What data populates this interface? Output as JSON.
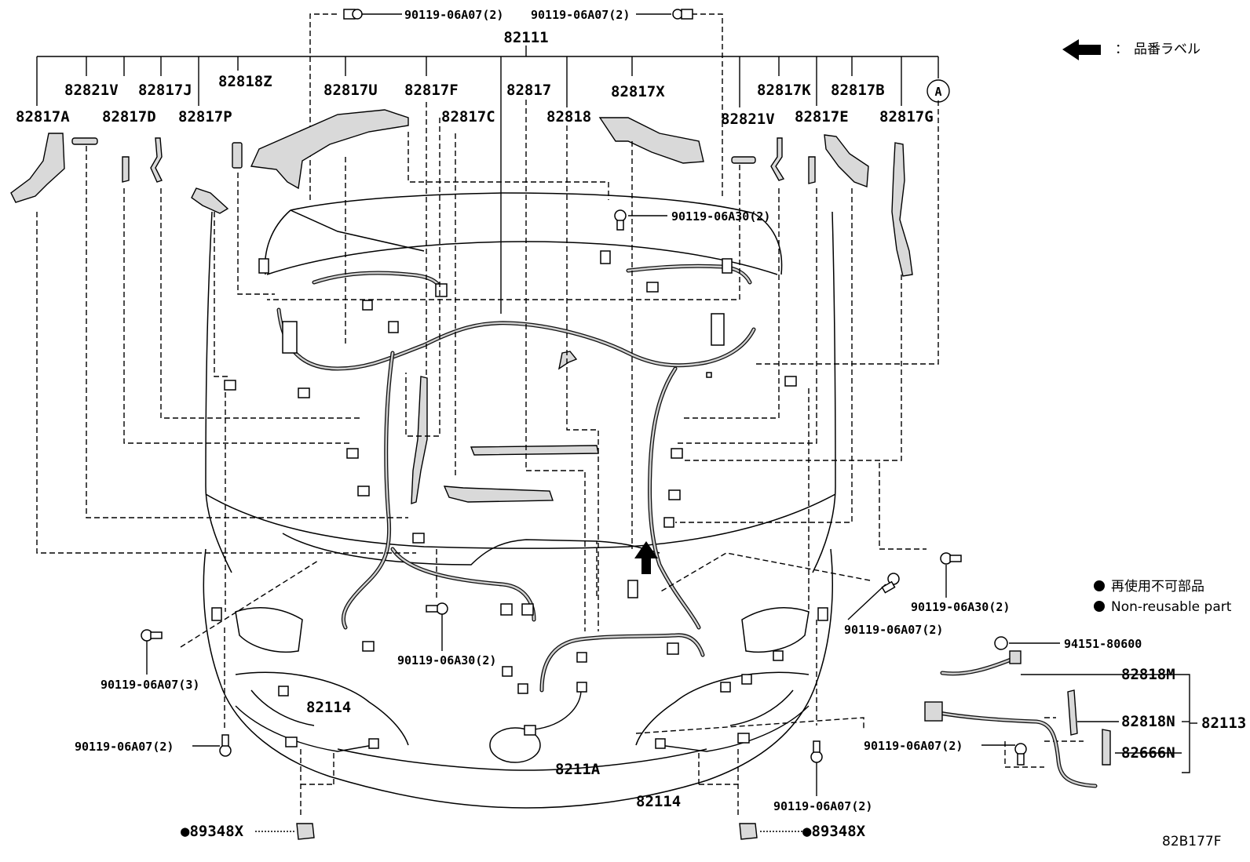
{
  "diagram_code": "82B177F",
  "legend": {
    "label_part_no": "品番ラベル",
    "label_colon": "：",
    "non_reusable_jp": "再使用不可部品",
    "non_reusable_en": "Non-reusable part"
  },
  "labels": {
    "p82111": "82111",
    "p82817A": "82817A",
    "p82821V_l": "82821V",
    "p82817D": "82817D",
    "p82817J": "82817J",
    "p82817P": "82817P",
    "p82818Z": "82818Z",
    "p82817U": "82817U",
    "p82817F": "82817F",
    "p82817C": "82817C",
    "p82817": "82817",
    "p82818": "82818",
    "p82817X": "82817X",
    "p82821V_r": "82821V",
    "p82817K": "82817K",
    "p82817E": "82817E",
    "p82817B": "82817B",
    "p82817G": "82817G",
    "circle_a": "A",
    "p82114_l": "82114",
    "p82114_r": "82114",
    "p8211A": "8211A",
    "p82113": "82113",
    "p82818M": "82818M",
    "p82818N": "82818N",
    "p82666N": "82666N",
    "p94151": "94151-80600",
    "p89348X_l": "●89348X",
    "p89348X_r": "●89348X"
  },
  "bolts": {
    "b_top_l": "90119-06A07(2)",
    "b_top_r": "90119-06A07(2)",
    "b_mid_r": "90119-06A30(2)",
    "b_right1": "90119-06A30(2)",
    "b_right2": "90119-06A07(2)",
    "b_center": "90119-06A30(2)",
    "b_left3": "90119-06A07(3)",
    "b_left2": "90119-06A07(2)",
    "b_right3": "90119-06A07(2)",
    "b_bot_r": "90119-06A07(2)"
  }
}
